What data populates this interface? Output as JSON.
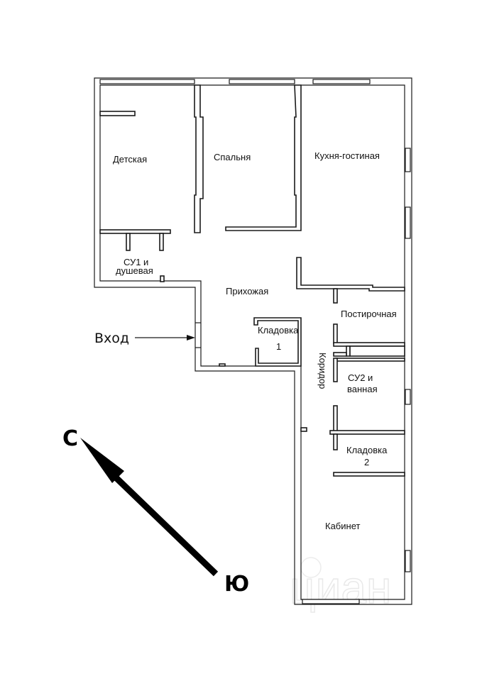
{
  "plan": {
    "rooms": [
      {
        "id": "detskaya",
        "lines": [
          "Детская"
        ]
      },
      {
        "id": "spalnya",
        "lines": [
          "Спальня"
        ]
      },
      {
        "id": "kukhnya",
        "lines": [
          "Кухня-гостиная"
        ]
      },
      {
        "id": "su1",
        "lines": [
          "СУ1 и",
          "душевая"
        ]
      },
      {
        "id": "prikhozhaya",
        "lines": [
          "Прихожая"
        ]
      },
      {
        "id": "kladovka1",
        "lines": [
          "Кладовка",
          "1"
        ]
      },
      {
        "id": "postirochnaya",
        "lines": [
          "Постирочная"
        ]
      },
      {
        "id": "koridor",
        "lines": [
          "Коридор"
        ]
      },
      {
        "id": "su2",
        "lines": [
          "СУ2 и",
          "ванная"
        ]
      },
      {
        "id": "kladovka2",
        "lines": [
          "Кладовка",
          "2"
        ]
      },
      {
        "id": "kabinet",
        "lines": [
          "Кабинет"
        ]
      }
    ],
    "entrance_label": "Вход",
    "compass": {
      "north": "С",
      "south": "Ю"
    },
    "watermark": "циан",
    "colors": {
      "wall": "#1a1a1a",
      "background": "#ffffff",
      "watermark": "#e9e9e9"
    }
  }
}
